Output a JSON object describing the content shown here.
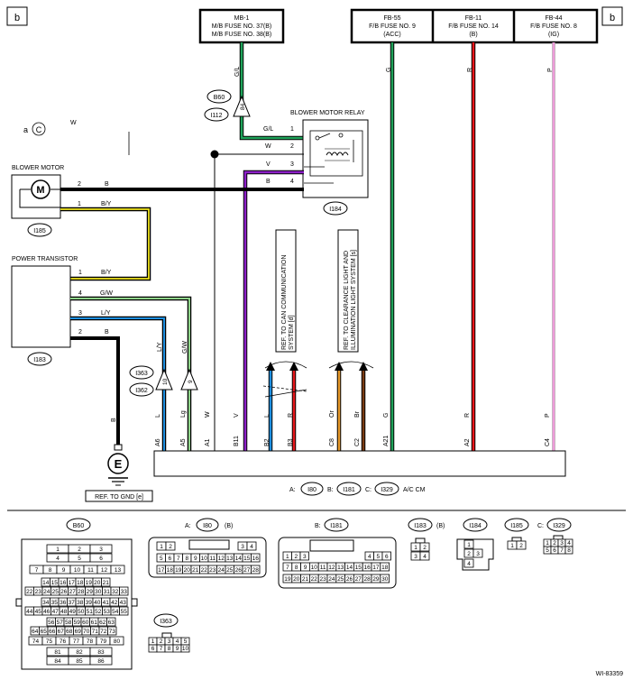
{
  "page_labels": {
    "left": "b",
    "right": "b"
  },
  "fuse_boxes": {
    "mb1": {
      "title": "MB-1",
      "line1": "M/B FUSE NO. 37(B)",
      "line2": "M/B FUSE NO. 38(B)"
    },
    "fb55": {
      "title": "FB-55",
      "line1": "F/B FUSE NO. 9",
      "line2": "(ACC)"
    },
    "fb11": {
      "title": "FB-11",
      "line1": "F/B FUSE NO. 14",
      "line2": "(B)"
    },
    "fb44": {
      "title": "FB-44",
      "line1": "F/B FUSE NO. 8",
      "line2": "(IG)"
    }
  },
  "colors": {
    "green": "#1fa35a",
    "red": "#e8171b",
    "pink": "#ee9bd9",
    "purple": "#8d1fc8",
    "blue": "#1e8fe0",
    "yellow": "#f2e61e",
    "light_green": "#8fd48a",
    "orange": "#e89a2a",
    "brown": "#7a3b12"
  },
  "wire_codes": {
    "gl_top": "G/L",
    "g": "G",
    "r": "R",
    "p": "P",
    "relay_pin1": "G/L",
    "relay_pin2": "W",
    "relay_pin3": "V",
    "relay_pin4": "B",
    "motor_pin2": "B",
    "motor_pin1": "B/Y",
    "pt_pin1": "B/Y",
    "pt_pin4": "G/W",
    "pt_pin3": "L/Y",
    "pt_pin2": "B",
    "ly_vert": "L/Y",
    "gw_vert": "G/W",
    "b_ground": "B",
    "w_top": "W"
  },
  "pin_numbers": {
    "relay": [
      "1",
      "2",
      "3",
      "4"
    ],
    "motor": [
      "2",
      "1"
    ],
    "pt": [
      "1",
      "4",
      "3",
      "2"
    ],
    "joint_b60": "84",
    "joint_i363_left": "10",
    "joint_i363_right": "9"
  },
  "component_labels": {
    "blower_motor": "BLOWER MOTOR",
    "motor_symbol": "M",
    "power_transistor": "POWER TRANSISTOR",
    "blower_motor_relay": "BLOWER MOTOR RELAY",
    "ground_symbol": "E",
    "ground_ref": "REF. TO GND [e]",
    "a_marker": "a",
    "c_marker": "C",
    "ref_can_line1": "REF. TO CAN COMMUNICATION",
    "ref_can_line2": "SYSTEM [d]",
    "ref_light_line1": "REF. TO CLEARANCE LIGHT AND",
    "ref_light_line2": "ILLUMINATION LIGHT SYSTEM [s]"
  },
  "connector_ids": {
    "b60": "B60",
    "i112": "I112",
    "i185": "I185",
    "i183": "I183",
    "i184": "I184",
    "i363": "I363",
    "i362": "I362",
    "i80": "I80",
    "i181": "I181",
    "i329": "I329"
  },
  "acm_wire_labels": [
    "L",
    "Lg",
    "W",
    "V",
    "L",
    "R",
    "Or",
    "Br",
    "G",
    "R",
    "P"
  ],
  "acm_pins": [
    "A6",
    "A5",
    "A1",
    "B11",
    "B2",
    "B3",
    "C8",
    "C2",
    "A21",
    "A2",
    "C4"
  ],
  "acm_legend": {
    "a": "A:",
    "b": "B:",
    "c": "C:",
    "name": "A/C CM"
  },
  "bottom_labels": {
    "b60": "B60",
    "a_prefix": "A:",
    "i80": "I80",
    "b_suffix": "(B)",
    "b_prefix": "B:",
    "i181": "I181",
    "i183": "I183",
    "i184": "I184",
    "i185": "I185",
    "c_prefix": "C:",
    "i329": "I329",
    "i363": "I363"
  },
  "b60_grid": {
    "r1": [
      "1",
      "2",
      "3"
    ],
    "r2": [
      "4",
      "5",
      "6"
    ],
    "r3": [
      "7",
      "8",
      "9",
      "10",
      "11",
      "12",
      "13"
    ],
    "r4": [
      "14",
      "15",
      "16",
      "17",
      "18",
      "19",
      "20",
      "21"
    ],
    "r5": [
      "22",
      "23",
      "24",
      "25",
      "26",
      "27",
      "28",
      "29",
      "30",
      "31",
      "32",
      "33"
    ],
    "r6": [
      "34",
      "35",
      "36",
      "37",
      "38",
      "39",
      "40",
      "41",
      "42",
      "43"
    ],
    "r7": [
      "44",
      "45",
      "46",
      "47",
      "48",
      "49",
      "50",
      "51",
      "52",
      "53",
      "54",
      "55"
    ],
    "r8": [
      "56",
      "57",
      "58",
      "59",
      "60",
      "61",
      "62",
      "63"
    ],
    "r9": [
      "64",
      "65",
      "66",
      "67",
      "68",
      "69",
      "70",
      "71",
      "72",
      "73"
    ],
    "r10": [
      "74",
      "75",
      "76",
      "77",
      "78",
      "79",
      "80"
    ],
    "r11": [
      "81",
      "82",
      "83"
    ],
    "r12": [
      "84",
      "85",
      "86"
    ]
  },
  "i80_grid": {
    "r1a": [
      "1",
      "2"
    ],
    "r1b": [
      "3",
      "4"
    ],
    "r2": [
      "5",
      "6",
      "7",
      "8",
      "9",
      "10",
      "11",
      "12",
      "13",
      "14",
      "15",
      "16"
    ],
    "r3": [
      "17",
      "18",
      "19",
      "20",
      "21",
      "22",
      "23",
      "24",
      "25",
      "26",
      "27",
      "28"
    ]
  },
  "i181_grid": {
    "r1a": [
      "1",
      "2",
      "3"
    ],
    "r1b": [
      "4",
      "5",
      "6"
    ],
    "r2": [
      "7",
      "8",
      "9",
      "10",
      "11",
      "12",
      "13",
      "14",
      "15",
      "16",
      "17",
      "18"
    ],
    "r3": [
      "19",
      "20",
      "21",
      "22",
      "23",
      "24",
      "25",
      "26",
      "27",
      "28",
      "29",
      "30"
    ]
  },
  "i183_grid": {
    "r1": [
      "1",
      "2"
    ],
    "r2": [
      "3",
      "4"
    ]
  },
  "i184_grid": {
    "r1": [
      "1"
    ],
    "r2": [
      "2",
      "3"
    ],
    "r3": [
      "4"
    ]
  },
  "i185_grid": {
    "r1": [
      "1",
      "2"
    ]
  },
  "i329_grid": {
    "r1": [
      "1",
      "2",
      "3",
      "4"
    ],
    "r2": [
      "5",
      "6",
      "7",
      "8"
    ]
  },
  "i363_grid": {
    "r1": [
      "1",
      "2",
      "3",
      "4",
      "5"
    ],
    "r2": [
      "6",
      "7",
      "8",
      "9",
      "10"
    ]
  },
  "figure_code": "WI-83359"
}
